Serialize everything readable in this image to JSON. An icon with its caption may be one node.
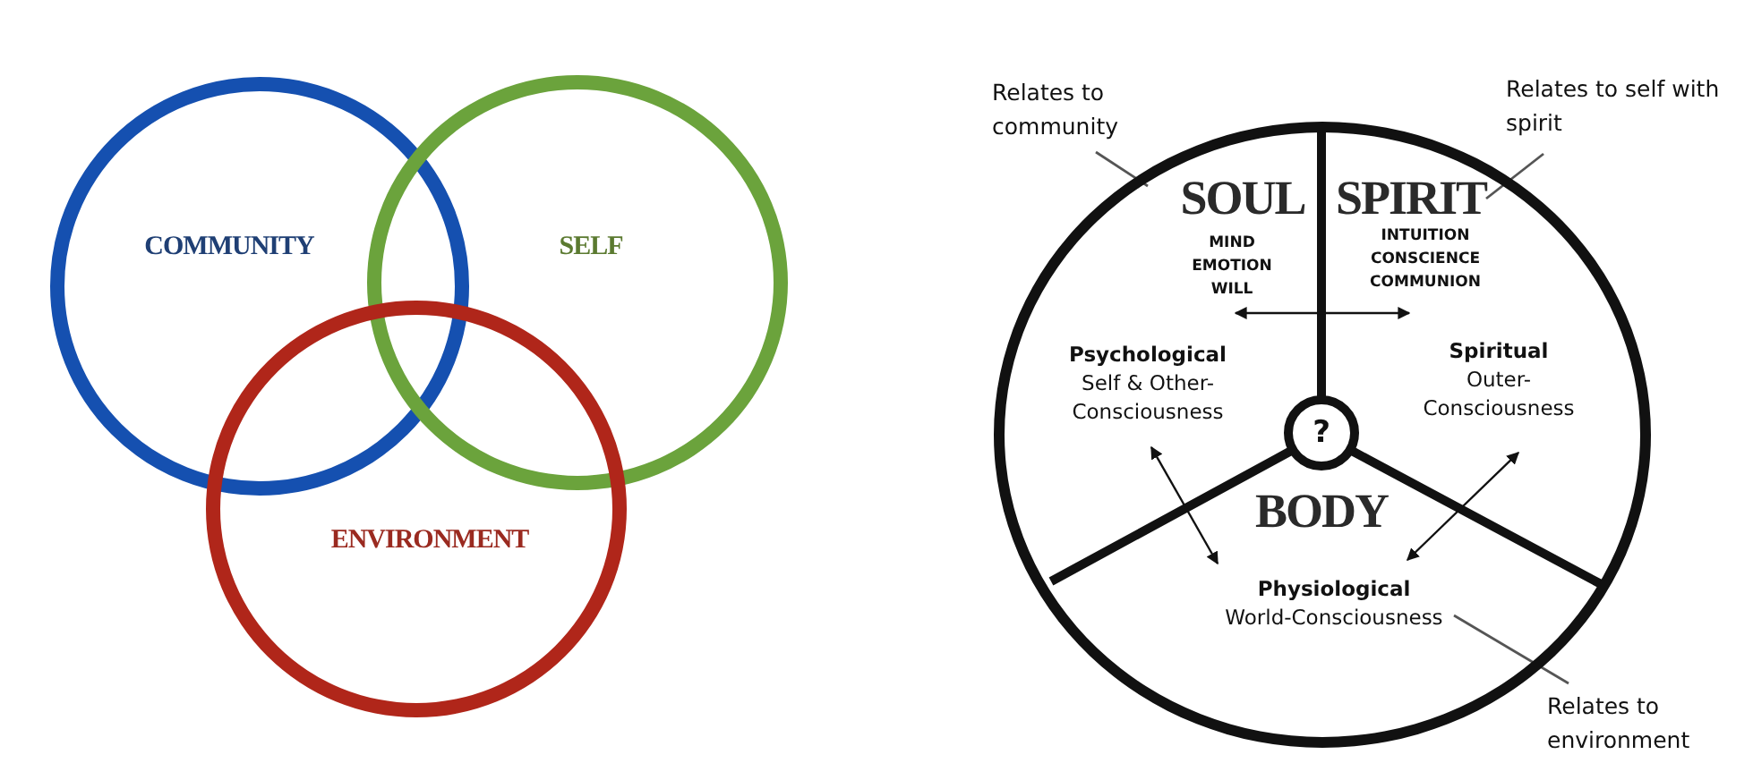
{
  "diagram": {
    "nodes": [
      {
        "text": [
          "COMMUNITY"
        ]
      },
      {
        "text": [
          "SELF"
        ]
      },
      {
        "text": [
          "ENVIRONMENT"
        ]
      },
      {
        "text": [
          "Relates to community"
        ]
      },
      {
        "text": [
          "Relates to self with spirit"
        ]
      },
      {
        "text": [],
        "shape": "circle"
      },
      {
        "text": [
          "?"
        ],
        "in": 5
      },
      {
        "text": [
          "MIND EMOTION WILL"
        ],
        "in": 5
      },
      {
        "text": [
          "INTUITION CONSCIENCE COMMUNION"
        ],
        "in": 5
      },
      {
        "text": [
          "Psychological",
          "Self & Other-Consciousness"
        ],
        "in": 5
      },
      {
        "text": [
          "Spiritual",
          "Outer-Consciousness"
        ],
        "in": 5
      },
      {
        "text": [
          "Physiological",
          "World-Consciousness"
        ],
        "in": 5
      },
      {
        "text": [
          "Relates to environment"
        ]
      }
    ],
    "edges": [
      {
        "from": 3,
        "to": 5,
        "arrow": "none"
      },
      {
        "from": 4,
        "to": 5,
        "arrow": "none"
      },
      {
        "from": 12,
        "to": 5,
        "arrow": "none"
      },
      {
        "from": 7,
        "to": 8,
        "arrow": "both"
      },
      {
        "from": 9,
        "to": 11,
        "arrow": "both"
      },
      {
        "from": 10,
        "to": 11,
        "arrow": "both"
      }
    ],
    "labels": [
      "SOUL",
      "SPIRIT",
      "BODY"
    ]
  }
}
